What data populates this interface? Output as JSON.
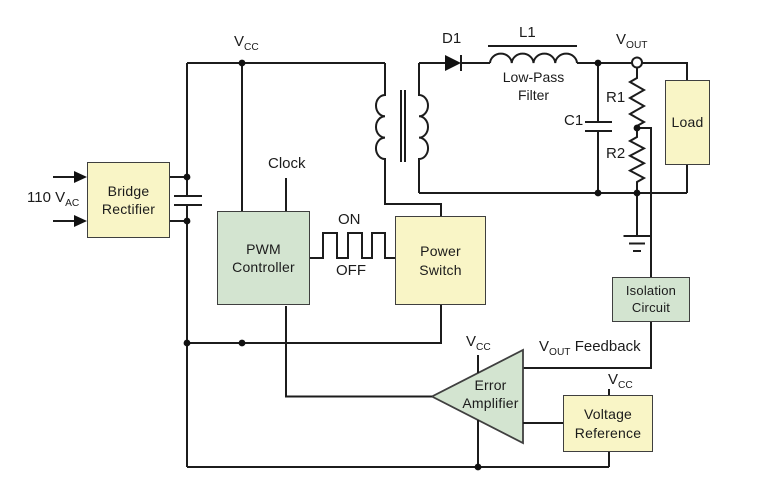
{
  "colors": {
    "background": "#ffffff",
    "wire": "#1c1c1c",
    "box_border": "#3f3f3f",
    "yellow_fill": "#f9f5c6",
    "green_fill": "#d3e4d0",
    "node_fill": "#ffffff"
  },
  "blocks": {
    "bridge_rectifier": {
      "line1": "Bridge",
      "line2": "Rectifier"
    },
    "pwm_controller": {
      "line1": "PWM",
      "line2": "Controller"
    },
    "power_switch": {
      "line1": "Power",
      "line2": "Switch"
    },
    "load": {
      "line1": "Load"
    },
    "isolation_circuit": {
      "line1": "Isolation",
      "line2": "Circuit"
    },
    "voltage_reference": {
      "line1": "Voltage",
      "line2": "Reference"
    },
    "error_amplifier": {
      "line1": "Error",
      "line2": "Amplifier"
    }
  },
  "labels": {
    "input_voltage": {
      "base": "110 V",
      "sub": "AC"
    },
    "vcc_top": {
      "base": "V",
      "sub": "CC"
    },
    "clock": "Clock",
    "d1": "D1",
    "l1": "L1",
    "low_pass_filter": {
      "line1": "Low-Pass",
      "line2": "Filter"
    },
    "vout": {
      "base": "V",
      "sub": "OUT"
    },
    "r1": "R1",
    "c1": "C1",
    "r2": "R2",
    "on": "ON",
    "off": "OFF",
    "vcc_error_amp": {
      "base": "V",
      "sub": "CC"
    },
    "vout_feedback": {
      "base": "V",
      "sub": "OUT",
      "post": " Feedback"
    },
    "vcc_voltage_ref": {
      "base": "V",
      "sub": "CC"
    }
  }
}
